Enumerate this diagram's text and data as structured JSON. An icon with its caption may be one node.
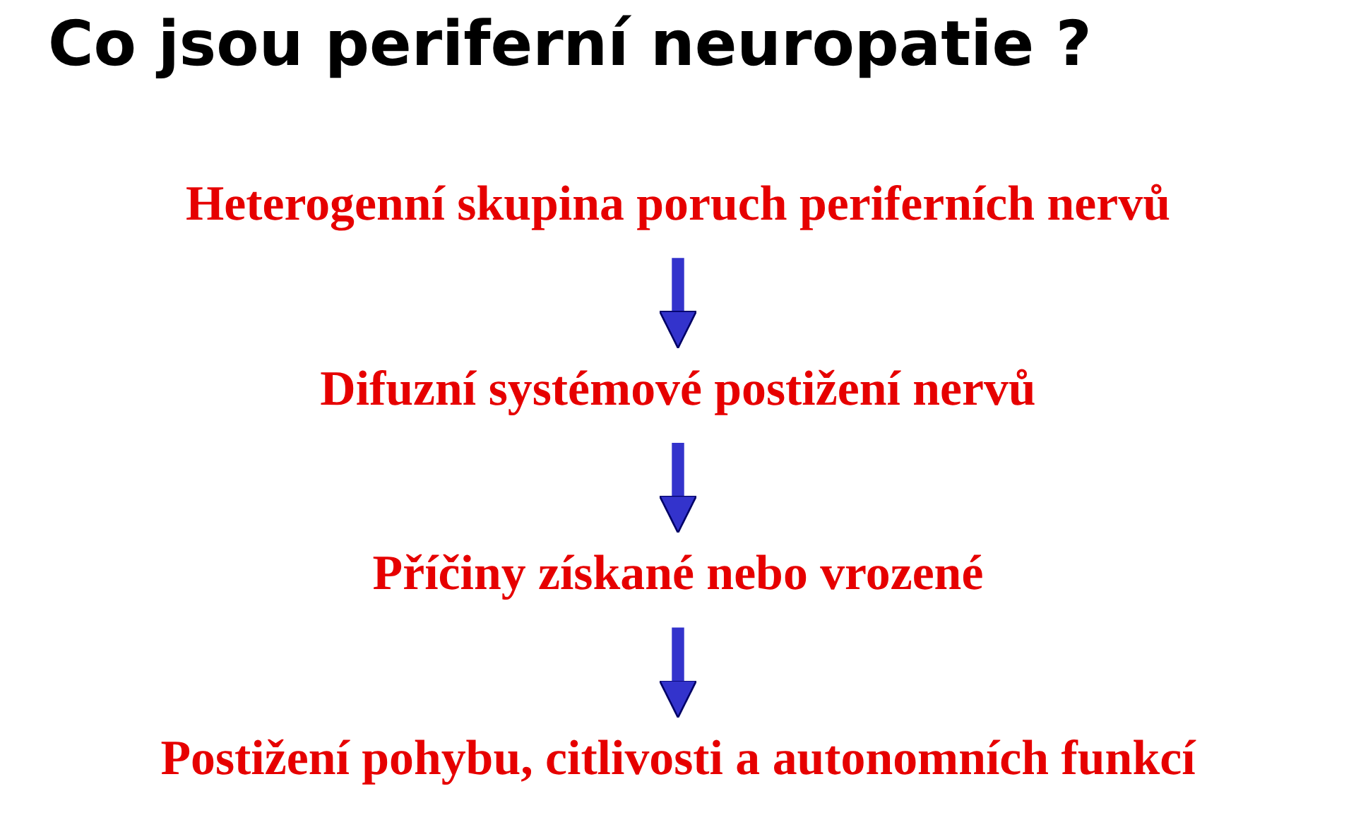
{
  "diagram": {
    "title": "Co jsou periferní neuropatie ?",
    "nodes": [
      {
        "text": [
          "Heterogenní skupina poruch periferních nervů"
        ]
      },
      {
        "text": [
          "Difuzní systémové postižení nervů"
        ]
      },
      {
        "text": [
          "Příčiny získané nebo vrozené"
        ]
      },
      {
        "text": [
          "Postižení pohybu, citlivosti a autonomních funkcí"
        ]
      }
    ],
    "edges": [
      {
        "from": 0,
        "to": 1,
        "arrow": "to"
      },
      {
        "from": 1,
        "to": 2,
        "arrow": "to"
      },
      {
        "from": 2,
        "to": 3,
        "arrow": "to"
      }
    ]
  }
}
